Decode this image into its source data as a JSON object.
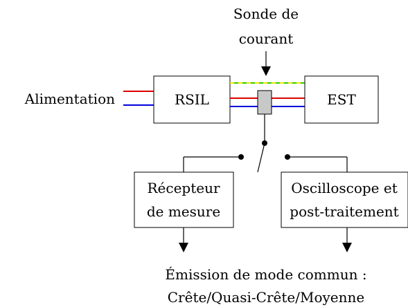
{
  "probe_label": {
    "line1": "Sonde de",
    "line2": "courant"
  },
  "supply_label": "Alimentation",
  "lisn_label": "RSIL",
  "eut_label": "EST",
  "receiver_label": {
    "line1": "Récepteur",
    "line2": "de mesure"
  },
  "scope_label": {
    "line1": "Oscilloscope et",
    "line2": "post-traitement"
  },
  "output_label": {
    "line1": "Émission de mode commun :",
    "line2": "Crête/Quasi-Crête/Moyenne"
  },
  "colors": {
    "phase": "#dd0000",
    "neutral": "#0000dd",
    "earth_green": "#33cc00",
    "earth_yellow": "#e8e800",
    "probe_fill": "#c8c8c8"
  },
  "icons": {
    "switch": "spdt-switch-icon",
    "probe": "current-probe-icon"
  }
}
